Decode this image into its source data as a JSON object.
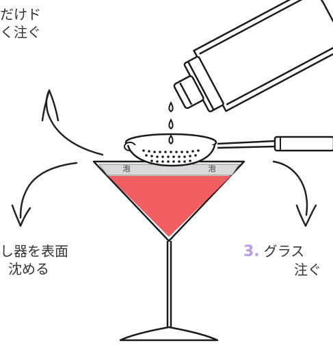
{
  "step_top": {
    "line1": "だけド",
    "line2": "く注ぐ"
  },
  "step_left": {
    "line1": "し器を表面",
    "line2": "沈める"
  },
  "step_right": {
    "number": "3.",
    "line1": "グラス",
    "line2": "注ぐ"
  },
  "foam_labels": [
    "泡",
    "泡"
  ],
  "colors": {
    "liquid": "#f25f63",
    "foam": "#d9d9d9",
    "step_number": "#b89be8",
    "outline": "#1a1a1a"
  }
}
